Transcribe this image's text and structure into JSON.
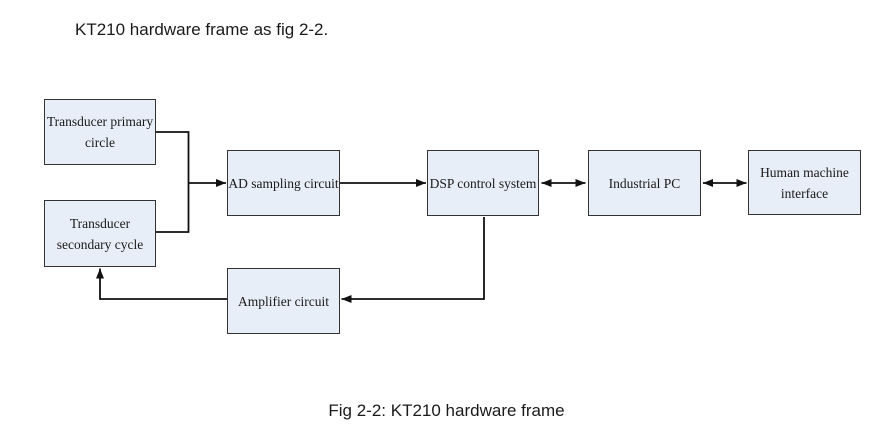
{
  "page": {
    "intro_text": "KT210 hardware frame as fig 2-2.",
    "caption": "Fig 2-2: KT210 hardware frame"
  },
  "diagram": {
    "boxes": [
      {
        "id": "transducer-primary",
        "lines": [
          "Transducer primary",
          "circle"
        ]
      },
      {
        "id": "transducer-secondary",
        "lines": [
          "Transducer",
          "secondary cycle"
        ]
      },
      {
        "id": "ad-sampling-circuit",
        "lines": [
          "AD sampling circuit"
        ]
      },
      {
        "id": "dsp-control-system",
        "lines": [
          "DSP control system"
        ]
      },
      {
        "id": "industrial-pc",
        "lines": [
          "Industrial PC"
        ]
      },
      {
        "id": "human-machine-interface",
        "lines": [
          "Human machine",
          "interface"
        ]
      },
      {
        "id": "amplifier-circuit",
        "lines": [
          "Amplifier circuit"
        ]
      }
    ],
    "connections": [
      {
        "from": "transducer-primary",
        "to": "ad-sampling-circuit",
        "type": "arrow"
      },
      {
        "from": "transducer-secondary",
        "to": "ad-sampling-circuit",
        "type": "arrow"
      },
      {
        "from": "ad-sampling-circuit",
        "to": "dsp-control-system",
        "type": "arrow"
      },
      {
        "from": "dsp-control-system",
        "to": "industrial-pc",
        "type": "bidirectional-arrow"
      },
      {
        "from": "industrial-pc",
        "to": "human-machine-interface",
        "type": "bidirectional-arrow"
      },
      {
        "from": "dsp-control-system",
        "to": "amplifier-circuit",
        "type": "arrow"
      },
      {
        "from": "amplifier-circuit",
        "to": "transducer-secondary",
        "type": "arrow"
      }
    ],
    "colors": {
      "box_fill": "#e8eef7",
      "box_border": "#333333",
      "connector": "#111111"
    }
  }
}
